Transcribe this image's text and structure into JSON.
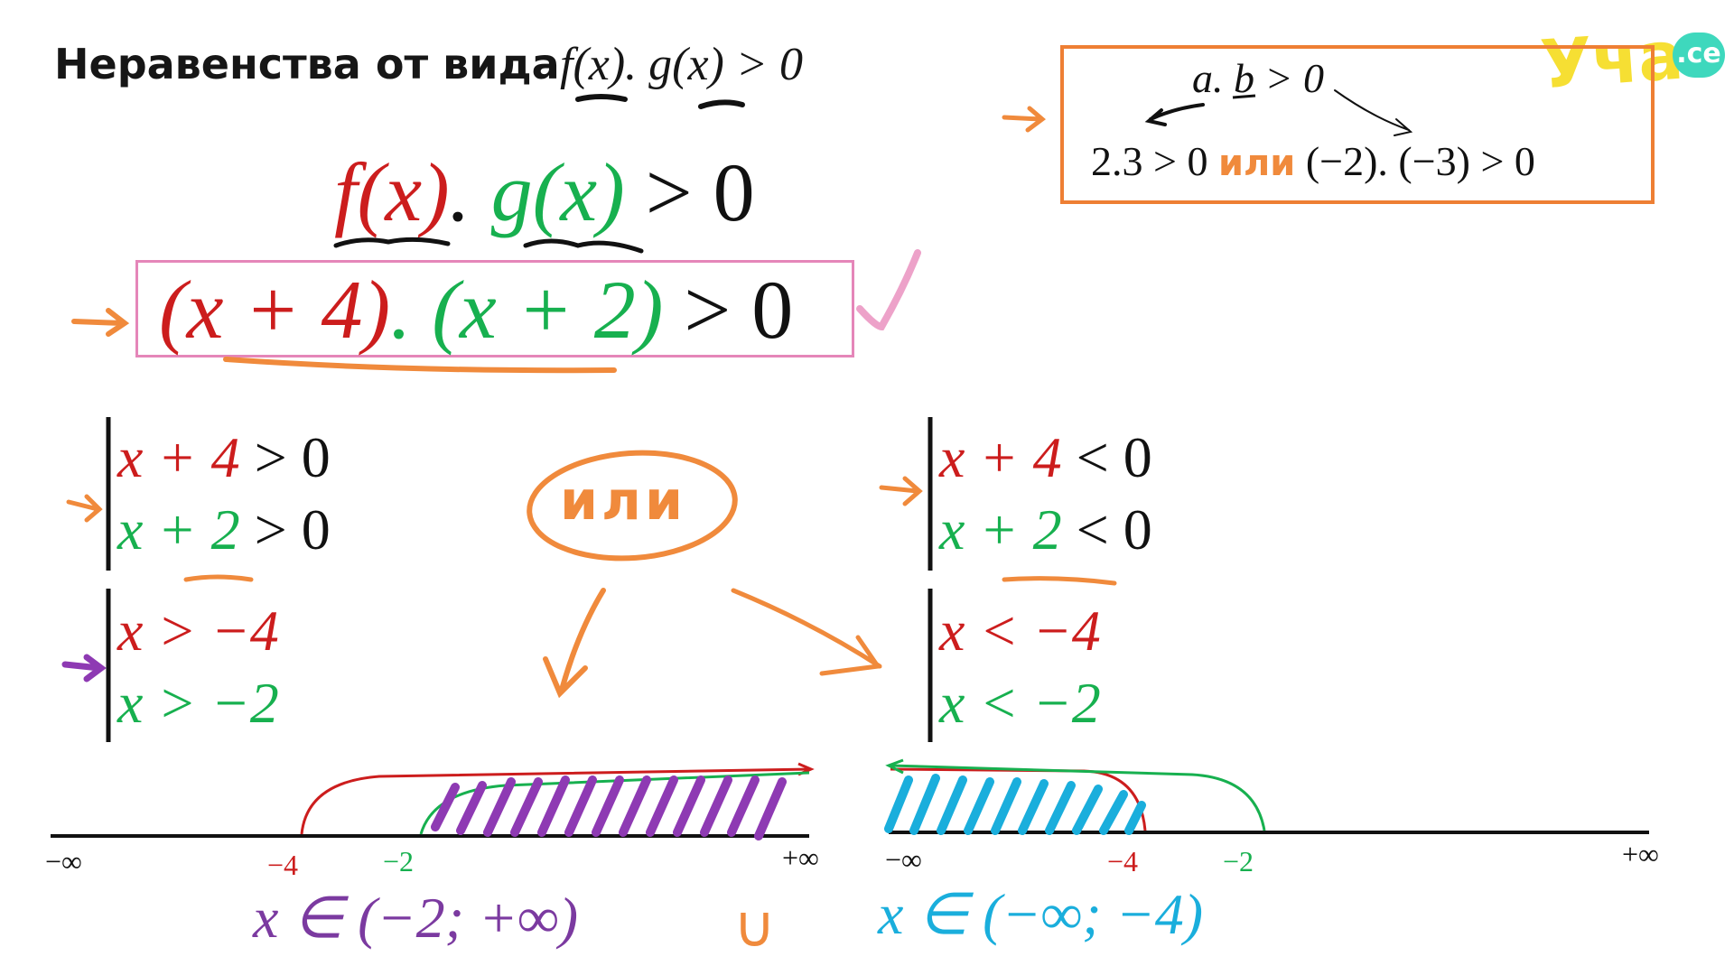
{
  "title": {
    "text": "Неравенства от вида",
    "math": "f(x). g(x)  > 0"
  },
  "example_box": {
    "line1": "a. b > 0",
    "line2_a": "2.3 > 0",
    "line2_or": "или",
    "line2_b": "(−2). (−3) > 0"
  },
  "main": {
    "general_f": "f(x)",
    "general_dot": ".",
    "general_g": "g(x)",
    "general_rel": "  > 0",
    "specific_f": "(x + 4)",
    "specific_dot": ".",
    "specific_g": "(x + 2)",
    "specific_rel": "  > 0"
  },
  "or_label": "или",
  "left_system": {
    "row1_expr": "x + 4",
    "row1_rel": " > 0",
    "row2_expr": "x + 2",
    "row2_rel": " > 0",
    "row3": "x > −4",
    "row4": "x > −2"
  },
  "right_system": {
    "row1_expr": "x + 4",
    "row1_rel": " < 0",
    "row2_expr": "x + 2",
    "row2_rel": " < 0",
    "row3": "x < −4",
    "row4": "x < −2"
  },
  "left_axis": {
    "minus_inf": "−∞",
    "t1": "−4",
    "t2": "−2",
    "plus_inf": "+∞"
  },
  "right_axis": {
    "minus_inf": "−∞",
    "t1": "−4",
    "t2": "−2",
    "plus_inf": "+∞"
  },
  "answer_left": "x ∈ (−2; +∞)",
  "union": "∪",
  "answer_right": "x ∈ (−∞; −4)",
  "logo": {
    "text": "Уча",
    "badge": ".ce"
  },
  "colors": {
    "red": "#cc1d1d",
    "green": "#17b04f",
    "orange": "#f08a3c",
    "pink": "#e586b9",
    "purple": "#7b3aa0",
    "cyan": "#1aaedc",
    "logo_yellow": "#f6df33",
    "logo_teal": "#3ed8bd"
  }
}
